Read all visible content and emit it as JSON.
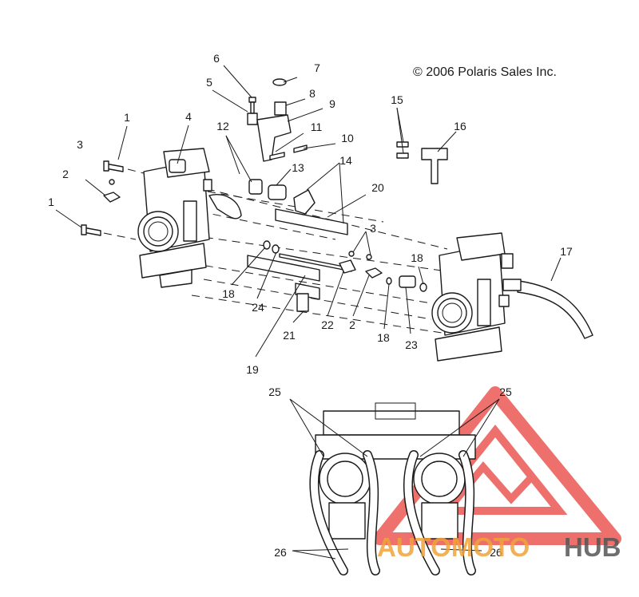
{
  "copyright": "© 2006 Polaris Sales Inc.",
  "callouts": {
    "c1a": "1",
    "c1b": "1",
    "c2a": "2",
    "c2b": "2",
    "c3a": "3",
    "c3b": "3",
    "c4": "4",
    "c5": "5",
    "c6": "6",
    "c7": "7",
    "c8": "8",
    "c9": "9",
    "c10": "10",
    "c11": "11",
    "c12": "12",
    "c13": "13",
    "c14": "14",
    "c15": "15",
    "c16": "16",
    "c17": "17",
    "c18a": "18",
    "c18b": "18",
    "c18c": "18",
    "c19": "19",
    "c20": "20",
    "c21": "21",
    "c22": "22",
    "c23": "23",
    "c24": "24",
    "c25a": "25",
    "c25b": "25",
    "c26a": "26",
    "c26b": "26"
  },
  "watermark": {
    "part1": "AUTOMOTO",
    "part2": "HUB",
    "color_primary": "#f0a33a",
    "color_secondary": "#555555",
    "logo_color": "#e8413c"
  }
}
